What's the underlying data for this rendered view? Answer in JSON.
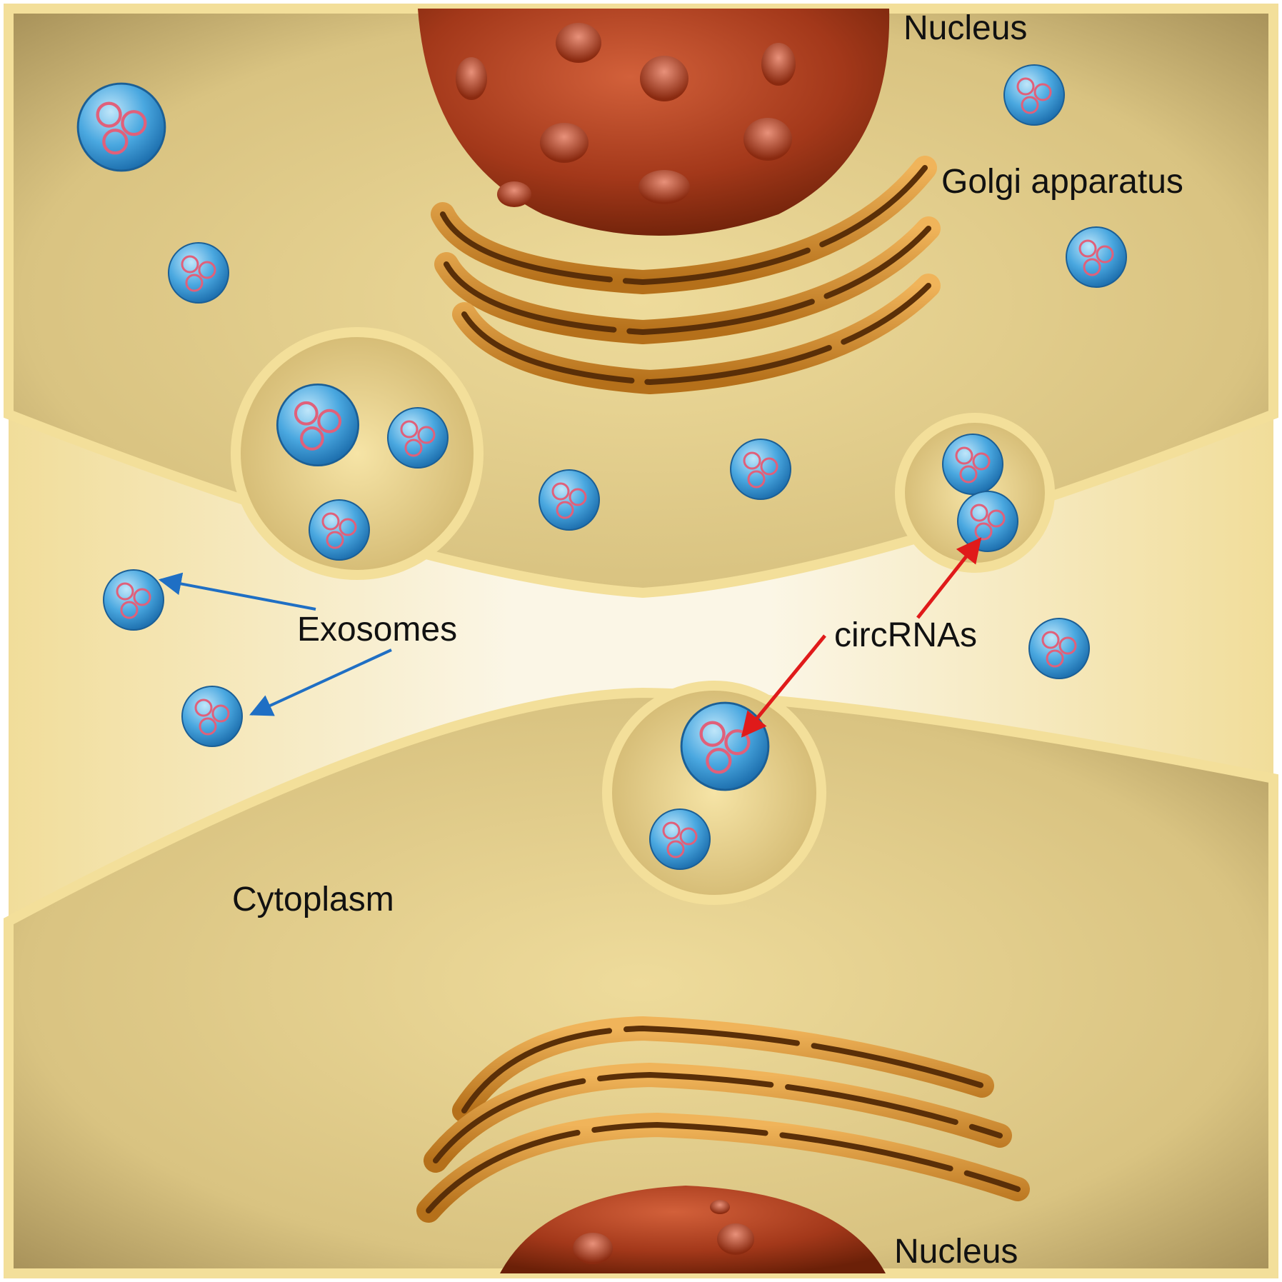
{
  "labels": {
    "nucleus_top": "Nucleus",
    "golgi": "Golgi apparatus",
    "exosomes": "Exosomes",
    "circrnas": "circRNAs",
    "cytoplasm": "Cytoplasm",
    "nucleus_bottom": "Nucleus"
  },
  "colors": {
    "cytoplasm": "#d9c381",
    "extracellular_space": "#f7f1dd",
    "membrane": "#f3df9a",
    "nucleus": "#a3381a",
    "golgi": "#d98f2b",
    "exosome": "#3c98d6",
    "circrna_ring": "#e0607a",
    "exosome_arrow": "#1f6fc4",
    "circrna_arrow": "#e01a1a"
  }
}
